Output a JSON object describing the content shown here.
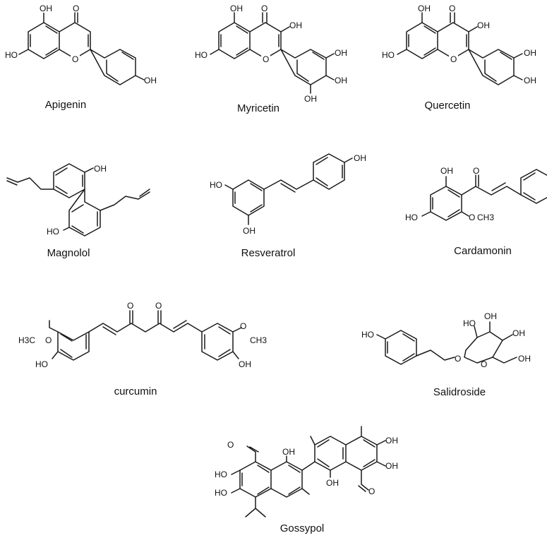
{
  "compounds": [
    {
      "name": "Apigenin",
      "groups": [
        "OH",
        "O",
        "HO",
        "O",
        "OH"
      ]
    },
    {
      "name": "Myricetin",
      "groups": [
        "OH",
        "O",
        "OH",
        "HO",
        "O",
        "OH",
        "OH",
        "OH"
      ]
    },
    {
      "name": "Quercetin",
      "groups": [
        "OH",
        "O",
        "OH",
        "HO",
        "O",
        "OH",
        "OH"
      ]
    },
    {
      "name": "Magnolol",
      "groups": [
        "OH",
        "HO"
      ]
    },
    {
      "name": "Resveratrol",
      "groups": [
        "OH",
        "HO",
        "OH"
      ]
    },
    {
      "name": "Cardamonin",
      "groups": [
        "OH",
        "O",
        "HO",
        "O",
        "CH3"
      ]
    },
    {
      "name": "curcumin",
      "groups": [
        "O",
        "O",
        "H3C",
        "O",
        "O",
        "CH3",
        "HO",
        "OH"
      ]
    },
    {
      "name": "Salidroside",
      "groups": [
        "HO",
        "O",
        "O",
        "HO",
        "OH",
        "OH",
        "OH"
      ]
    },
    {
      "name": "Gossypol",
      "groups": [
        "O",
        "OH",
        "HO",
        "HO",
        "OH",
        "OH",
        "OH",
        "O"
      ]
    }
  ]
}
